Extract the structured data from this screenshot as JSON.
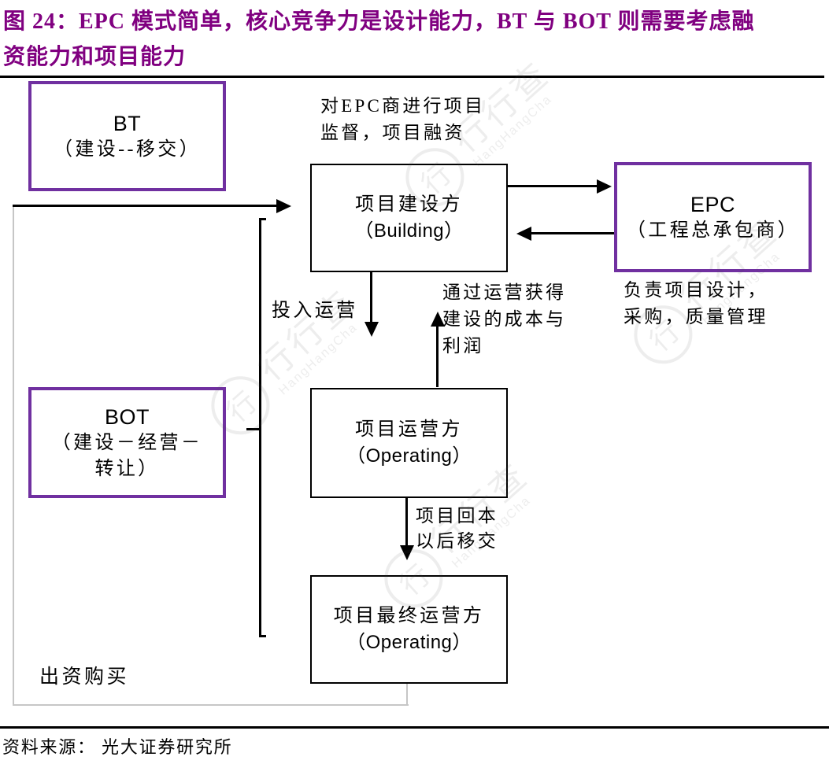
{
  "title": {
    "text": "图 24：EPC 模式简单，核心竞争力是设计能力，BT 与 BOT 则需要考虑融\n资能力和项目能力"
  },
  "nodes": {
    "bt": {
      "title": "BT",
      "subtitle": "（建设--移交）"
    },
    "bot": {
      "title": "BOT",
      "subtitle": "（建设－经营－\n转让）"
    },
    "epc": {
      "title": "EPC",
      "subtitle": "（工程总承包商）"
    },
    "building": {
      "title": "项目建设方",
      "subtitle": "（Building）"
    },
    "operator": {
      "title": "项目运营方",
      "subtitle": "（Operating）"
    },
    "final_operator": {
      "title": "项目最终运营方",
      "subtitle": "（Operating）"
    }
  },
  "annotations": {
    "supervise": "对EPC商进行项目\n监督，项目融资",
    "epc_duty": "负责项目设计，\n采购，质量管理",
    "invest_operate": "投入运营",
    "profit": "通过运营获得\n建设的成本与\n利润",
    "transfer": "项目回本\n以后移交",
    "purchase": "出资购买"
  },
  "footer": {
    "source": "资料来源： 光大证券研究所"
  },
  "watermark": {
    "logo_char": "行",
    "text": "行行查",
    "subtext": "HangHangCha"
  },
  "colors": {
    "title_purple": "#800080",
    "node_border_purple": "#7030A0",
    "line_black": "#000000",
    "frame_gray": "#c6c6c6"
  }
}
